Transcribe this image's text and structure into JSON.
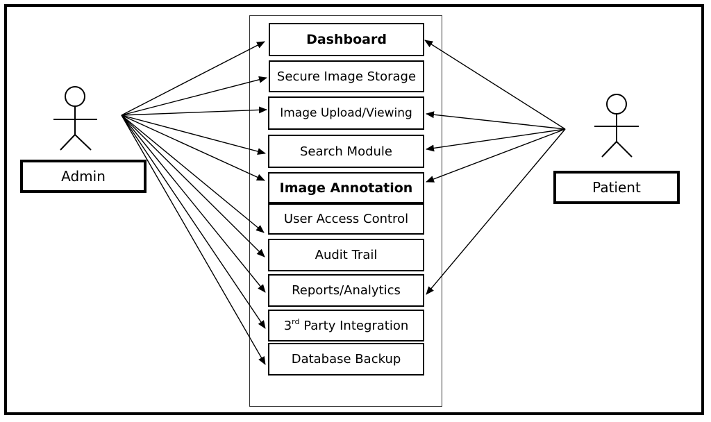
{
  "diagram": {
    "actors": [
      {
        "id": "admin",
        "label": "Admin"
      },
      {
        "id": "patient",
        "label": "Patient"
      }
    ],
    "use_cases": [
      {
        "id": "dashboard",
        "label": "Dashboard"
      },
      {
        "id": "secure-image-storage",
        "label": "Secure Image Storage"
      },
      {
        "id": "image-upload-viewing",
        "label": "Image Upload/Viewing"
      },
      {
        "id": "search-module",
        "label": "Search Module"
      },
      {
        "id": "image-annotation",
        "label": "Image Annotation"
      },
      {
        "id": "user-access-control",
        "label": "User Access Control"
      },
      {
        "id": "audit-trail",
        "label": "Audit Trail"
      },
      {
        "id": "reports-analytics",
        "label": "Reports/Analytics"
      },
      {
        "id": "third-party-integration",
        "label_prefix": "3",
        "label_sup": "rd",
        "label_rest": " Party Integration"
      },
      {
        "id": "database-backup",
        "label": "Database Backup"
      }
    ],
    "links": {
      "admin": [
        "dashboard",
        "secure-image-storage",
        "image-upload-viewing",
        "search-module",
        "image-annotation",
        "user-access-control",
        "audit-trail",
        "reports-analytics",
        "third-party-integration",
        "database-backup"
      ],
      "patient": [
        "dashboard",
        "image-upload-viewing",
        "search-module",
        "image-annotation",
        "reports-analytics"
      ]
    }
  }
}
